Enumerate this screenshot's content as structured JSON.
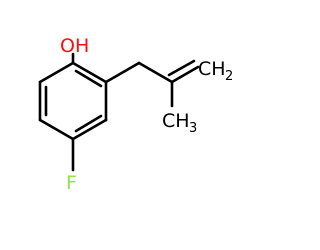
{
  "molecule": {
    "atoms": {
      "oh": "OH",
      "f": "F",
      "ch2_main": "CH",
      "ch2_sub": "2",
      "ch3_main": "CH",
      "ch3_sub": "3"
    },
    "colors": {
      "bond": "#000000",
      "oxygen": "#ff0d0d",
      "fluorine": "#90e050",
      "carbon_label": "#000000"
    }
  }
}
